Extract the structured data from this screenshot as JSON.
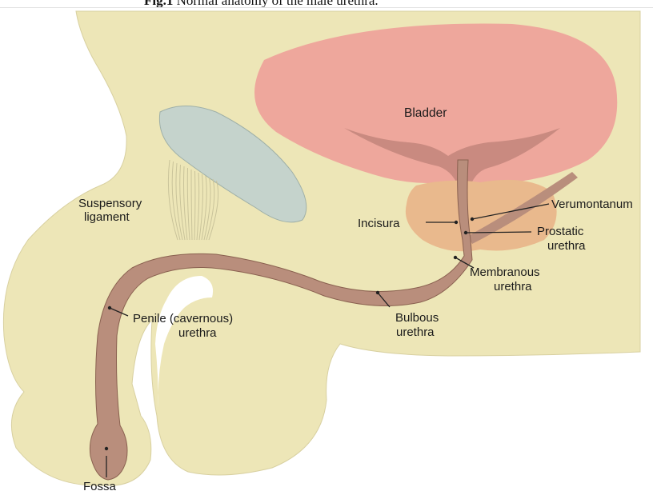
{
  "caption": {
    "fig_label": "Fig.1",
    "text": "Normal anatomy of the male urethra."
  },
  "colors": {
    "skin": "#ede6b7",
    "bladder": "#eea79c",
    "bladder_neck": "#c98a80",
    "prostate": "#e9b98d",
    "bone": "#c5d3cc",
    "urethra": "#b98e7c",
    "urethra_edge": "#8a6150",
    "line": "#222222"
  },
  "labels": {
    "bladder": "Bladder",
    "verumontanum": "Verumontanum",
    "incisura": "Incisura",
    "prostatic_1": "Prostatic",
    "prostatic_2": "urethra",
    "membranous_1": "Membranous",
    "membranous_2": "urethra",
    "suspensory_1": "Suspensory",
    "suspensory_2": "ligament",
    "penile_1": "Penile (cavernous)",
    "penile_2": "urethra",
    "bulbous_1": "Bulbous",
    "bulbous_2": "urethra",
    "fossa": "Fossa"
  }
}
